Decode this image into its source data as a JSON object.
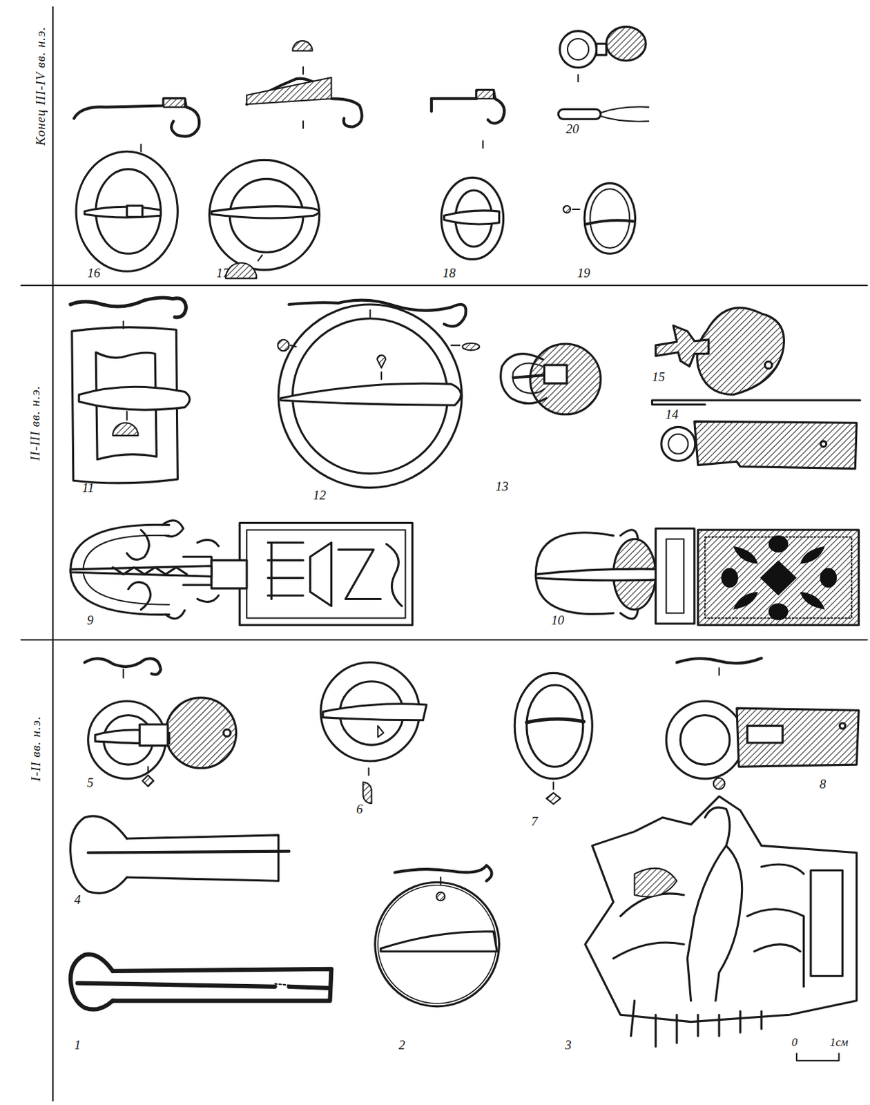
{
  "diagram": {
    "labels": [
      "Конец III-IV вв. н.э.",
      "16",
      "17",
      "18",
      "19",
      "20",
      "II-III вв. н.э.",
      "11",
      "12",
      "13",
      "14",
      "15",
      "9",
      "10",
      "I-II вв. н.э.",
      "5",
      "6",
      "7",
      "8",
      "4",
      "1",
      "2",
      "3",
      "0",
      "1см"
    ]
  }
}
